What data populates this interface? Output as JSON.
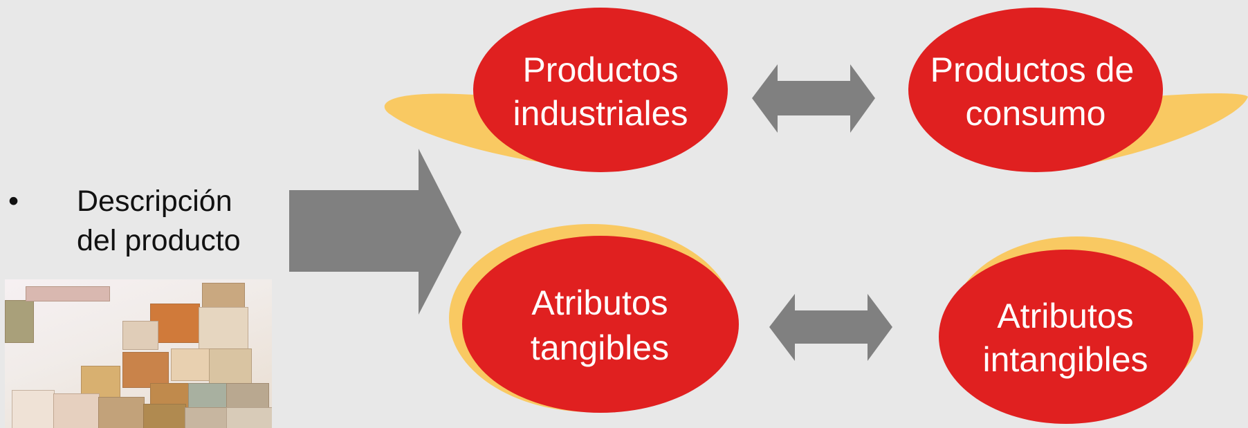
{
  "colors": {
    "background": "#e8e8e8",
    "ellipse_red": "#e02020",
    "ellipse_shadow": "#f9c962",
    "arrow_gray": "#808080",
    "label_white": "#ffffff"
  },
  "bullet": "•",
  "description": {
    "line1": "Descripción",
    "line2": "del producto"
  },
  "photo": {
    "icon": "product-boxes-photo"
  },
  "nodes": {
    "industriales": {
      "line1": "Productos",
      "line2": "industriales"
    },
    "consumo": {
      "line1": "Productos de",
      "line2": "consumo"
    },
    "tangibles": {
      "line1": "Atributos",
      "line2": "tangibles"
    },
    "intangibles": {
      "line1": "Atributos",
      "line2": "intangibles"
    }
  }
}
